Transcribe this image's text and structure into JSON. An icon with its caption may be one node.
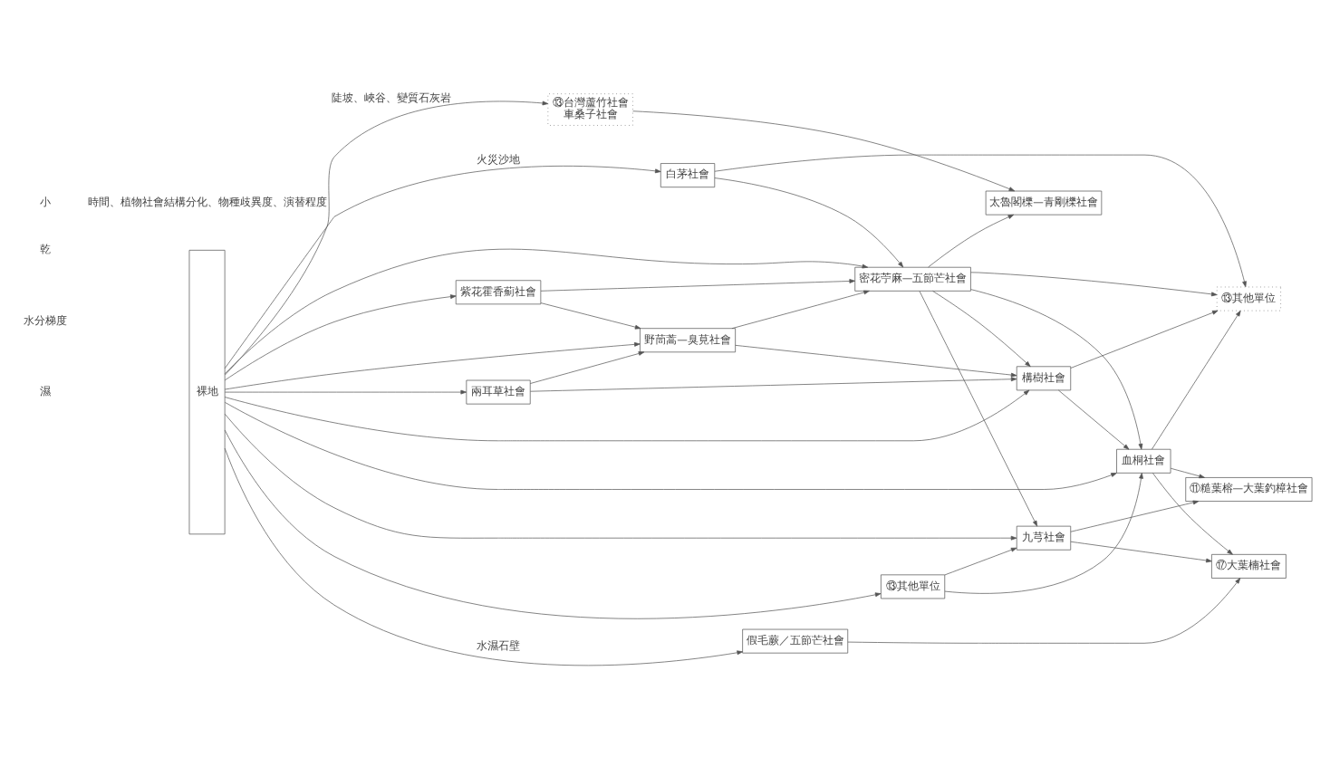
{
  "diagram": {
    "nodes": [
      {
        "text": [
          "裸地"
        ]
      },
      {
        "text": [
          "⑬台灣蘆竹社會",
          "車桑子社會"
        ]
      },
      {
        "text": [
          "太魯閣櫟—青剛櫟社會"
        ]
      },
      {
        "text": [
          "白茅社會"
        ]
      },
      {
        "text": [
          "密花苧麻—五節芒社會"
        ]
      },
      {
        "text": [
          "⑬其他單位"
        ]
      },
      {
        "text": [
          "紫花霍香薊社會"
        ]
      },
      {
        "text": [
          "野茼蒿—臭莧社會"
        ]
      },
      {
        "text": [
          "兩耳草社會"
        ]
      },
      {
        "text": [
          "構樹社會"
        ]
      },
      {
        "text": [
          "血桐社會"
        ]
      },
      {
        "text": [
          "九芎社會"
        ]
      },
      {
        "text": [
          "⑪糙葉榕—大葉釣樟社會"
        ]
      },
      {
        "text": [
          "⑬其他單位"
        ]
      },
      {
        "text": [
          "假毛蕨／五節芒社會"
        ]
      },
      {
        "text": [
          "⑰大葉楠社會"
        ]
      }
    ],
    "edges": [
      {
        "from": 0,
        "to": 1,
        "arrow": "to",
        "label": "陡坡、峽谷、變質石灰岩"
      },
      {
        "from": 1,
        "to": 2,
        "arrow": "to"
      },
      {
        "from": 0,
        "to": 3,
        "arrow": "to",
        "label": "火災沙地"
      },
      {
        "from": 3,
        "to": 5,
        "arrow": "to"
      },
      {
        "from": 3,
        "to": 4,
        "arrow": "to"
      },
      {
        "from": 0,
        "to": 4,
        "arrow": "to"
      },
      {
        "from": 0,
        "to": 6,
        "arrow": "to"
      },
      {
        "from": 6,
        "to": 4,
        "arrow": "to"
      },
      {
        "from": 6,
        "to": 7,
        "arrow": "to"
      },
      {
        "from": 0,
        "to": 7,
        "arrow": "to"
      },
      {
        "from": 7,
        "to": 4,
        "arrow": "to"
      },
      {
        "from": 7,
        "to": 9,
        "arrow": "to"
      },
      {
        "from": 0,
        "to": 8,
        "arrow": "to"
      },
      {
        "from": 8,
        "to": 7,
        "arrow": "to"
      },
      {
        "from": 8,
        "to": 9,
        "arrow": "to"
      },
      {
        "from": 0,
        "to": 9,
        "arrow": "to"
      },
      {
        "from": 0,
        "to": 11,
        "arrow": "to"
      },
      {
        "from": 4,
        "to": 2,
        "arrow": "to"
      },
      {
        "from": 4,
        "to": 5,
        "arrow": "to"
      },
      {
        "from": 4,
        "to": 9,
        "arrow": "to"
      },
      {
        "from": 4,
        "to": 10,
        "arrow": "to"
      },
      {
        "from": 4,
        "to": 11,
        "arrow": "to"
      },
      {
        "from": 9,
        "to": 5,
        "arrow": "to"
      },
      {
        "from": 9,
        "to": 10,
        "arrow": "to"
      },
      {
        "from": 10,
        "to": 5,
        "arrow": "to"
      },
      {
        "from": 10,
        "to": 12,
        "arrow": "to"
      },
      {
        "from": 10,
        "to": 15,
        "arrow": "to"
      },
      {
        "from": 11,
        "to": 12,
        "arrow": "to"
      },
      {
        "from": 11,
        "to": 15,
        "arrow": "to"
      },
      {
        "from": 0,
        "to": 13,
        "arrow": "to"
      },
      {
        "from": 13,
        "to": 11,
        "arrow": "to"
      },
      {
        "from": 13,
        "to": 10,
        "arrow": "to"
      },
      {
        "from": 0,
        "to": 10,
        "arrow": "to"
      },
      {
        "from": 0,
        "to": 14,
        "arrow": "to",
        "label": "水濕石壁"
      },
      {
        "from": 14,
        "to": 15,
        "arrow": "to"
      }
    ],
    "labels": [
      "小",
      "時間、植物社會結構分化、物種歧異度、演替程度",
      "乾",
      "水分梯度",
      "濕"
    ]
  }
}
